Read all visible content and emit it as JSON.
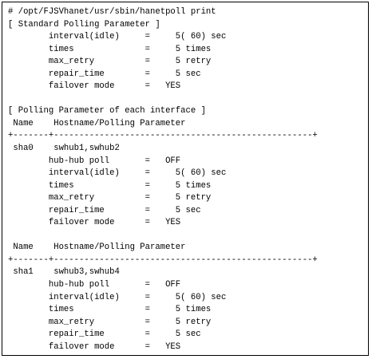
{
  "terminal": {
    "lines": [
      "# /opt/FJSVhanet/usr/sbin/hanetpoll print",
      "[ Standard Polling Parameter ]",
      "        interval(idle)     =     5( 60) sec",
      "        times              =     5 times",
      "        max_retry          =     5 retry",
      "        repair_time        =     5 sec",
      "        failover mode      =   YES",
      "",
      "[ Polling Parameter of each interface ]",
      " Name    Hostname/Polling Parameter",
      "+-------+---------------------------------------------------+",
      " sha0    swhub1,swhub2",
      "        hub-hub poll       =   OFF",
      "        interval(idle)     =     5( 60) sec",
      "        times              =     5 times",
      "        max_retry          =     5 retry",
      "        repair_time        =     5 sec",
      "        failover mode      =   YES",
      "",
      " Name    Hostname/Polling Parameter",
      "+-------+---------------------------------------------------+",
      " sha1    swhub3,swhub4",
      "        hub-hub poll       =   OFF",
      "        interval(idle)     =     5( 60) sec",
      "        times              =     5 times",
      "        max_retry          =     5 retry",
      "        repair_time        =     5 sec",
      "        failover mode      =   YES"
    ]
  }
}
